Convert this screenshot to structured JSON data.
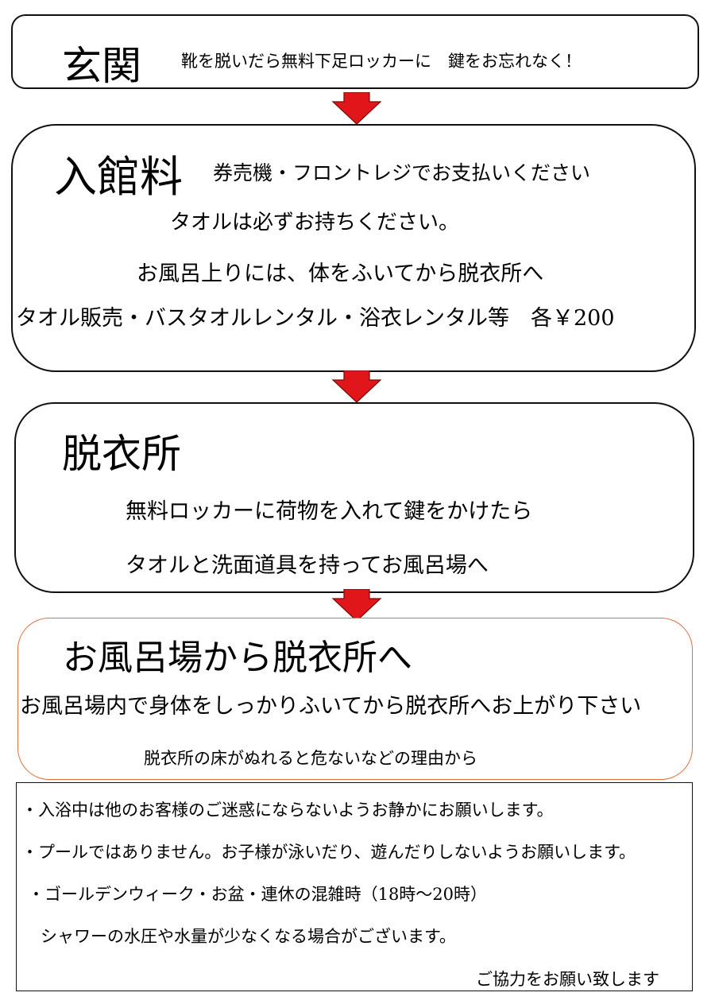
{
  "entrance": {
    "title": "玄関",
    "line1": "靴を脱いだら無料下足ロッカーに　鍵をお忘れなく！"
  },
  "admission": {
    "title": "入館料",
    "line1": "券売機・フロントレジでお支払いください",
    "line2": "タオルは必ずお持ちください。",
    "line3": "お風呂上りには、体をふいてから脱衣所へ",
    "line4": "タオル販売・バスタオルレンタル・浴衣レンタル等　各￥200"
  },
  "changing_room": {
    "title": "脱衣所",
    "line1": "無料ロッカーに荷物を入れて鍵をかけたら",
    "line2": "タオルと洗面道具を持ってお風呂場へ"
  },
  "bath_to_changing": {
    "title": "お風呂場から脱衣所へ",
    "line1": "お風呂場内で身体をしっかりふいてから脱衣所へお上がり下さい",
    "line2": "脱衣所の床がぬれると危ないなどの理由から"
  },
  "notes": {
    "line1": "・入浴中は他のお客様のご迷惑にならないようお静かにお願いします。",
    "line2": "・プールではありません。お子様が泳いだり、遊んだりしないようお願いします。",
    "line3": "・ゴールデンウィーク・お盆・連休の混雑時（18時～20時）",
    "line4": "シャワーの水圧や水量が少なくなる場合がございます。",
    "closing": "ご協力をお願い致します"
  },
  "colors": {
    "arrow": "#e0161b",
    "bath_box_border": "#e0703a"
  }
}
